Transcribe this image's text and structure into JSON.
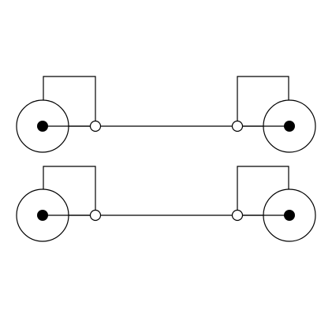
{
  "diagram": {
    "type": "cable-schematic",
    "description_visible_text": "",
    "colors": {
      "line": "#000000",
      "background": "#ffffff"
    },
    "cables": [
      {
        "id": "cable-1",
        "left_end": "rca-connector",
        "right_end": "rca-connector"
      },
      {
        "id": "cable-2",
        "left_end": "rca-connector",
        "right_end": "rca-connector"
      }
    ]
  }
}
